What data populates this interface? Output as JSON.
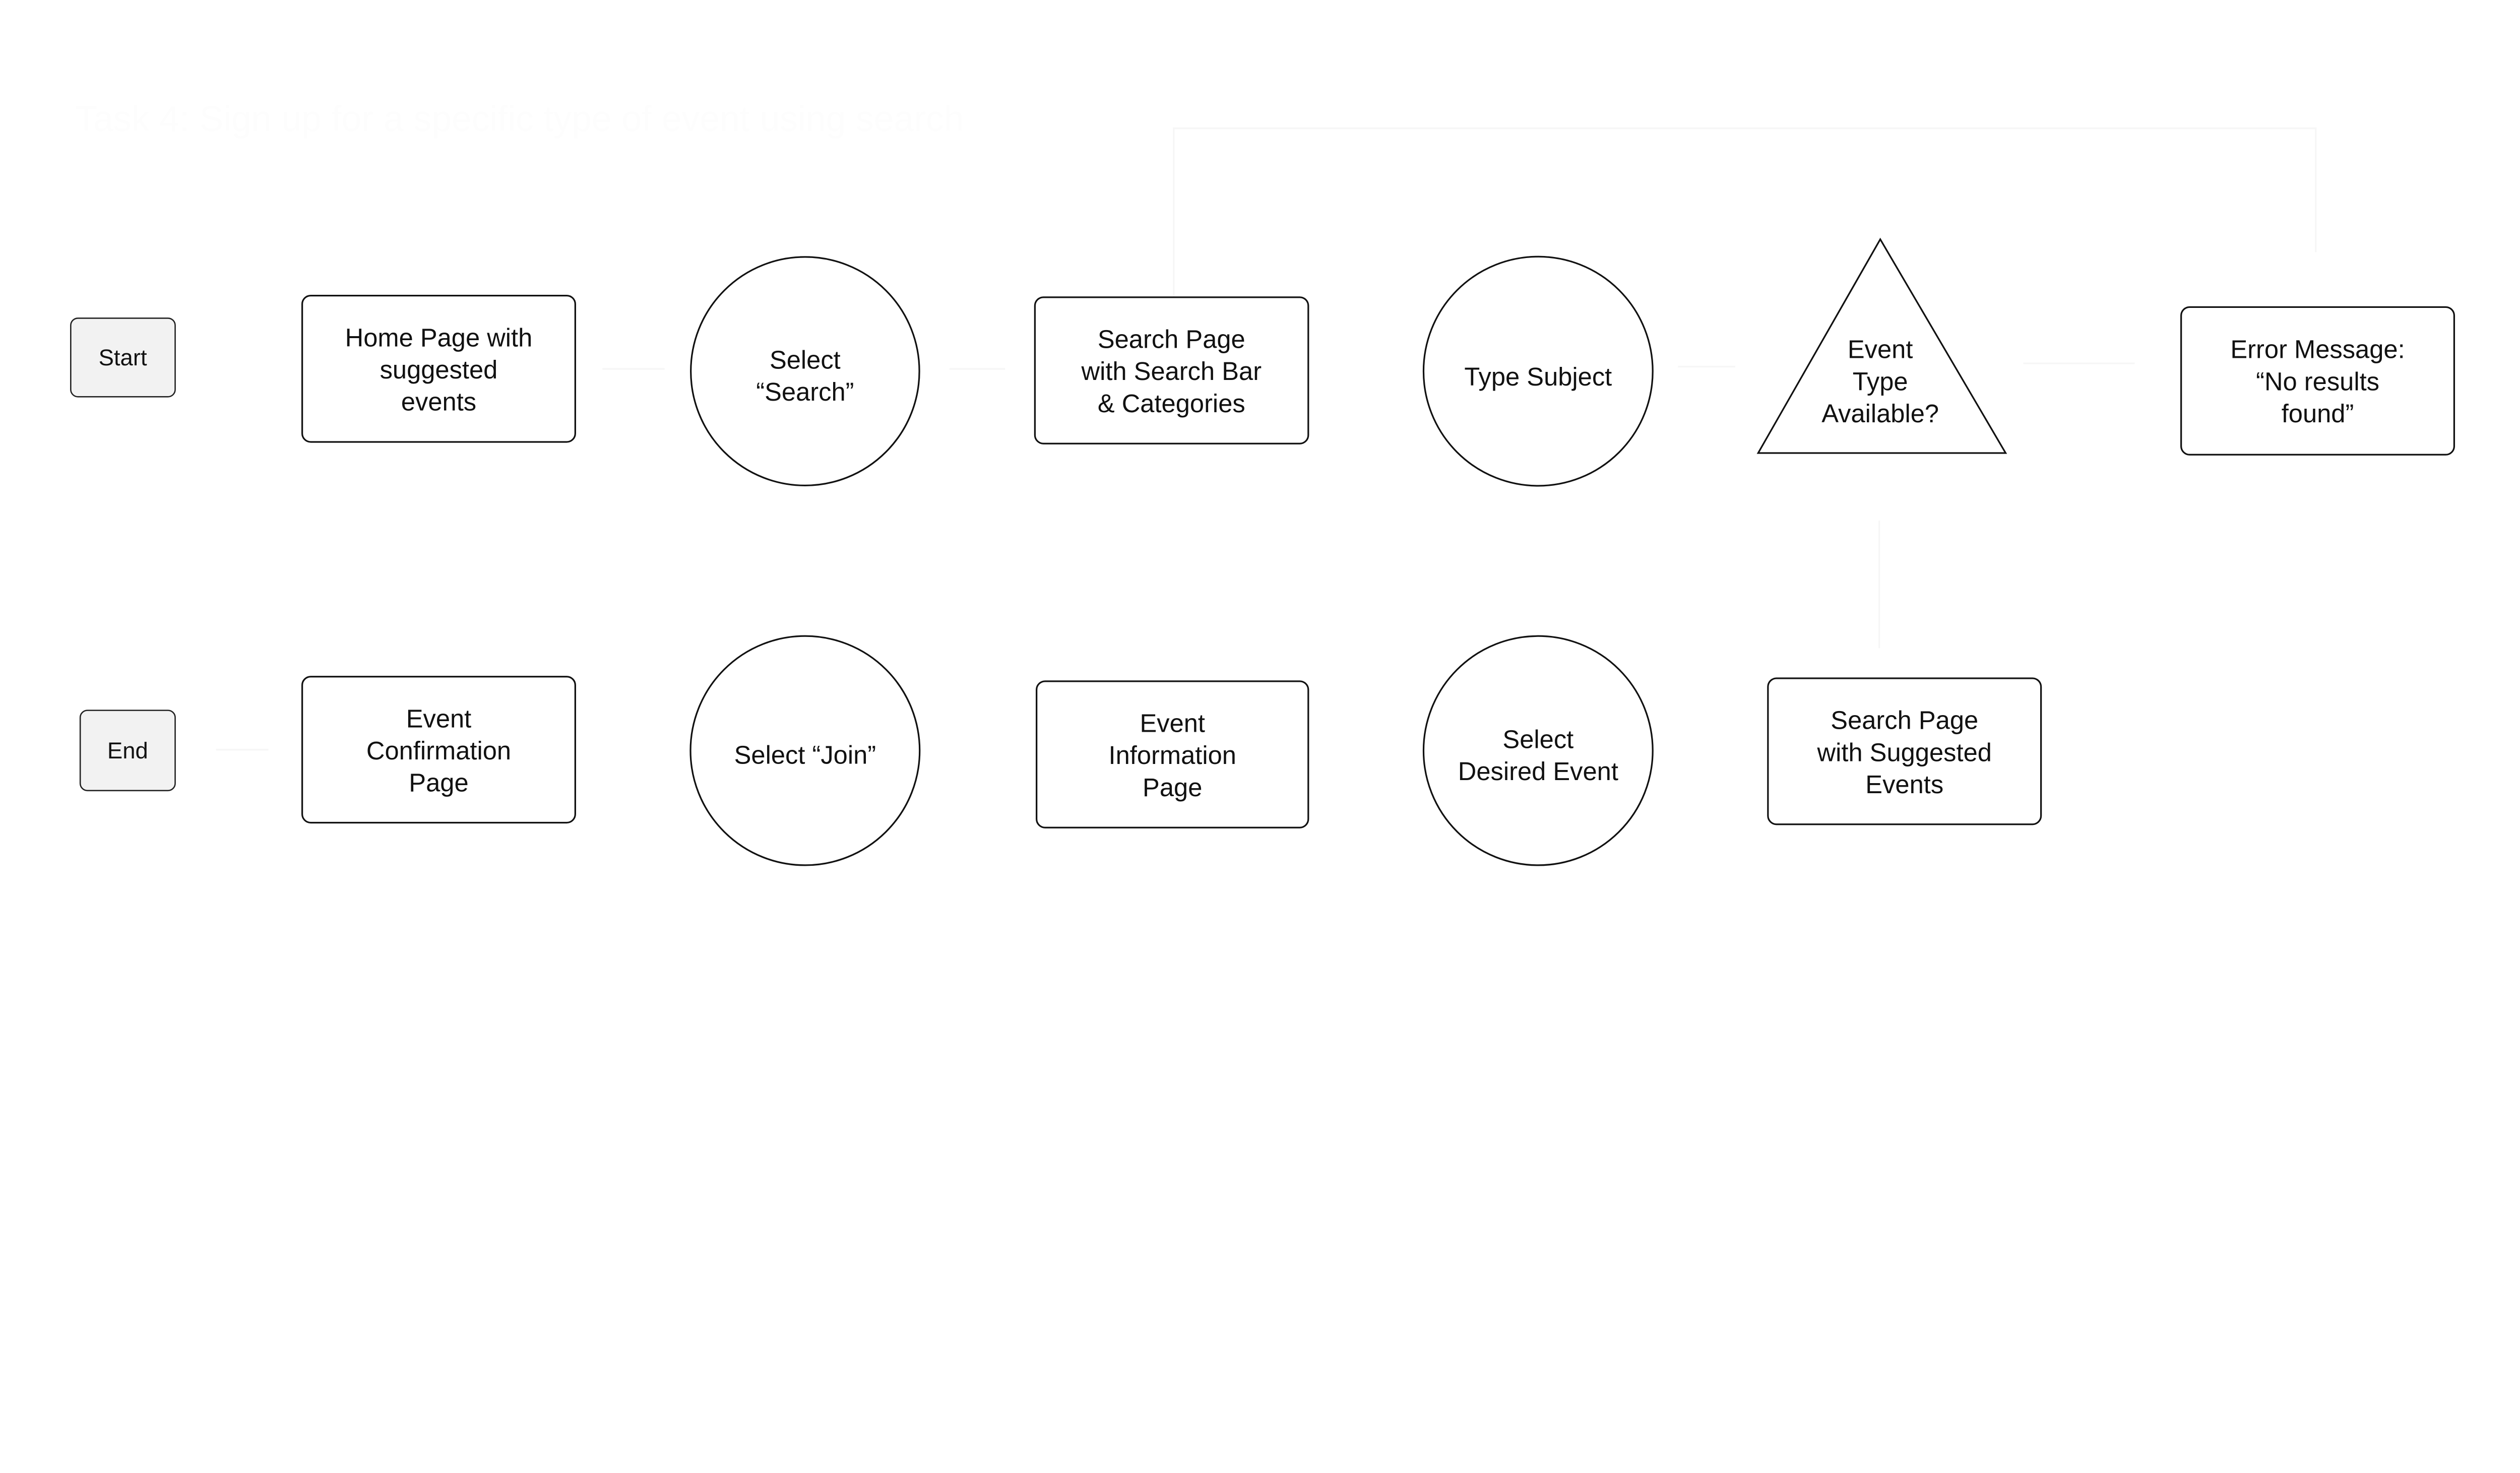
{
  "title": "Task 4: Sign up for a specific type of event using search",
  "nodes": {
    "start": {
      "label": "Start",
      "shape": "terminal"
    },
    "home": {
      "lines": [
        "Home Page with",
        "suggested",
        "events"
      ],
      "shape": "rectangle"
    },
    "select_search": {
      "lines": [
        "Select",
        "“Search”"
      ],
      "shape": "circle"
    },
    "search_page": {
      "lines": [
        "Search Page",
        "with Search Bar",
        "& Categories"
      ],
      "shape": "rectangle"
    },
    "type_subject": {
      "label": "Type Subject",
      "shape": "circle"
    },
    "decision": {
      "lines": [
        "Event",
        "Type",
        "Available?"
      ],
      "shape": "triangle"
    },
    "error": {
      "lines": [
        "Error Message:",
        "“No results",
        "found”"
      ],
      "shape": "rectangle"
    },
    "search_suggested": {
      "lines": [
        "Search Page",
        "with Suggested",
        "Events"
      ],
      "shape": "rectangle"
    },
    "select_desired": {
      "lines": [
        "Select",
        "Desired Event"
      ],
      "shape": "circle"
    },
    "event_info": {
      "lines": [
        "Event",
        "Information",
        "Page"
      ],
      "shape": "rectangle"
    },
    "select_join": {
      "label": "Select “Join”",
      "shape": "circle"
    },
    "confirmation": {
      "lines": [
        "Event",
        "Confirmation",
        "Page"
      ],
      "shape": "rectangle"
    },
    "end": {
      "label": "End",
      "shape": "terminal"
    }
  },
  "colors": {
    "stroke": "#111111",
    "terminal_fill": "#f2f2f2",
    "connector": "#f6f6f6"
  }
}
